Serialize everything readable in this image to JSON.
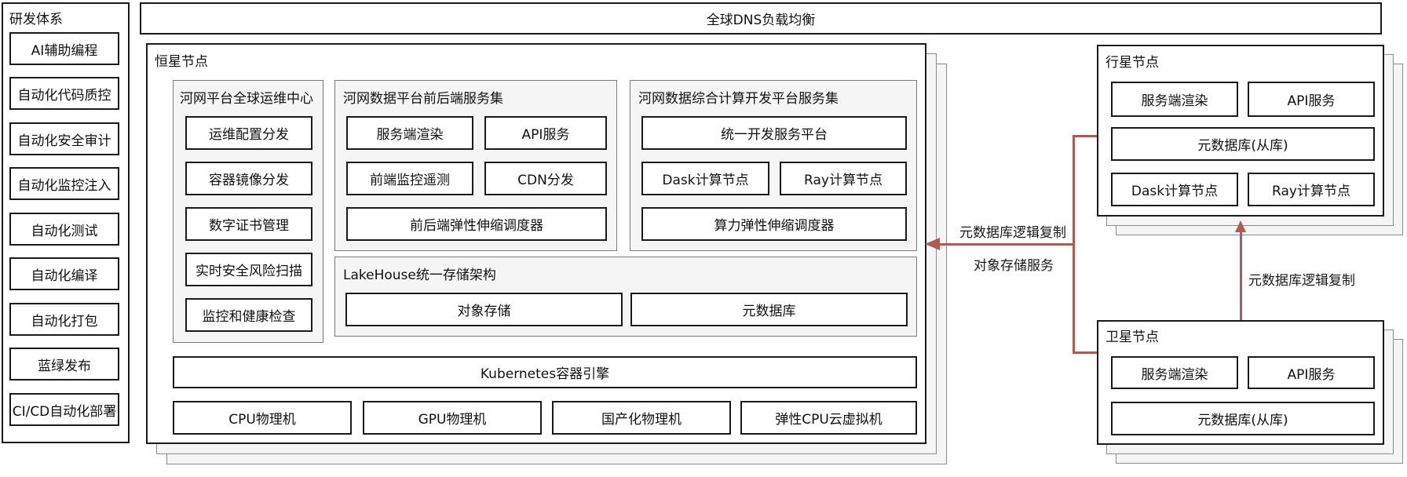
{
  "sidebar": {
    "title": "研发体系",
    "items": [
      "AI辅助编程",
      "自动化代码质控",
      "自动化安全审计",
      "自动化监控注入",
      "自动化测试",
      "自动化编译",
      "自动化打包",
      "蓝绿发布",
      "CI/CD自动化部署"
    ]
  },
  "top_bar": {
    "label": "全球DNS负载均衡"
  },
  "star_node": {
    "title": "恒星节点",
    "ops_center": {
      "title": "河网平台全球运维中心",
      "items": [
        "运维配置分发",
        "容器镜像分发",
        "数字证书管理",
        "实时安全风险扫描",
        "监控和健康检查"
      ]
    },
    "web_services": {
      "title": "河网数据平台前后端服务集",
      "items": [
        "服务端渲染",
        "API服务",
        "前端监控遥测",
        "CDN分发",
        "前后端弹性伸缩调度器"
      ]
    },
    "compute_platform": {
      "title": "河网数据综合计算开发平台服务集",
      "items": [
        "统一开发服务平台",
        "Dask计算节点",
        "Ray计算节点",
        "算力弹性伸缩调度器"
      ]
    },
    "lakehouse": {
      "title": "LakeHouse统一存储架构",
      "items": [
        "对象存储",
        "元数据库"
      ]
    },
    "container_engine": "Kubernetes容器引擎",
    "hardware": [
      "CPU物理机",
      "GPU物理机",
      "国产化物理机",
      "弹性CPU云虚拟机"
    ]
  },
  "planet_node": {
    "title": "行星节点",
    "items": [
      "服务端渲染",
      "API服务",
      "元数据库(从库)",
      "Dask计算节点",
      "Ray计算节点"
    ]
  },
  "satellite_node": {
    "title": "卫星节点",
    "items": [
      "服务端渲染",
      "API服务",
      "元数据库(从库)"
    ]
  },
  "connections": {
    "metadata_replication_to_star": "元数据库逻辑复制",
    "object_storage_service": "对象存储服务",
    "metadata_replication_satellite_to_planet": "元数据库逻辑复制"
  },
  "colors": {
    "arrow": "#b05a56",
    "panel_bg": "#f5f5f5",
    "box_border": "#1a1a1a",
    "shadow_page_bg": "#f5f5f5"
  }
}
